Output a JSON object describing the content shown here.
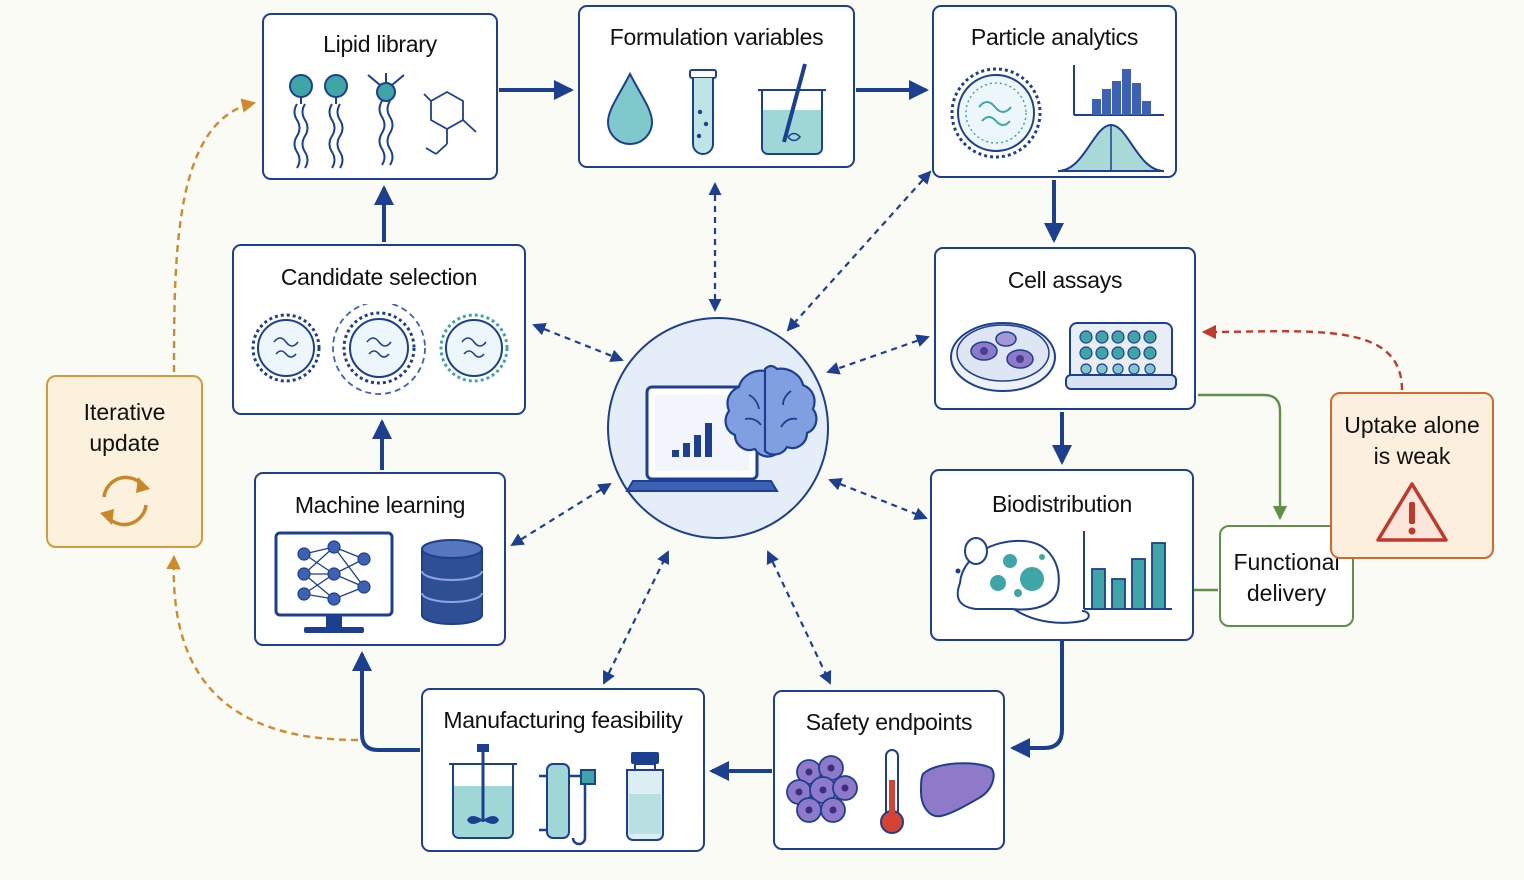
{
  "nodes": {
    "lipid_library": "Lipid library",
    "formulation_variables": "Formulation variables",
    "particle_analytics": "Particle analytics",
    "candidate_selection": "Candidate selection",
    "cell_assays": "Cell assays",
    "machine_learning": "Machine learning",
    "biodistribution": "Biodistribution",
    "manufacturing_feasibility": "Manufacturing feasibility",
    "safety_endpoints": "Safety endpoints",
    "iterative_update": [
      "Iterative",
      "update"
    ],
    "functional_delivery": [
      "Functional",
      "delivery"
    ],
    "uptake_alone_is_weak": [
      "Uptake alone",
      "is weak"
    ]
  },
  "colors": {
    "primary_blue": "#1d3f8f",
    "teal": "#3fa6a8",
    "iterative_orange": "#d08a2a",
    "functional_green": "#5f8f48",
    "warning_red": "#c0392b",
    "hub_fill": "#e5edf9"
  },
  "icons": {
    "lipid_library": [
      "lipid-molecule-icon",
      "lipid-molecule-icon",
      "branched-lipid-icon",
      "chemical-structure-icon"
    ],
    "formulation_variables": [
      "droplet-icon",
      "test-tube-icon",
      "beaker-stirring-icon"
    ],
    "particle_analytics": [
      "nanoparticle-icon",
      "histogram-icon",
      "bell-curve-icon"
    ],
    "candidate_selection": [
      "nanoparticle-icon",
      "selected-nanoparticle-icon",
      "nanoparticle-icon"
    ],
    "cell_assays": [
      "petri-dish-cells-icon",
      "well-plate-icon"
    ],
    "machine_learning": [
      "neural-network-monitor-icon",
      "database-icon"
    ],
    "biodistribution": [
      "mouse-icon",
      "bar-chart-icon"
    ],
    "manufacturing_feasibility": [
      "mixing-tank-icon",
      "flow-column-icon",
      "vial-icon"
    ],
    "safety_endpoints": [
      "cell-cluster-icon",
      "thermometer-icon",
      "liver-icon"
    ],
    "hub": [
      "laptop-chart-icon",
      "brain-icon"
    ],
    "iterative_update": "refresh-cycle-icon",
    "uptake_alone_is_weak": "warning-triangle-icon"
  }
}
